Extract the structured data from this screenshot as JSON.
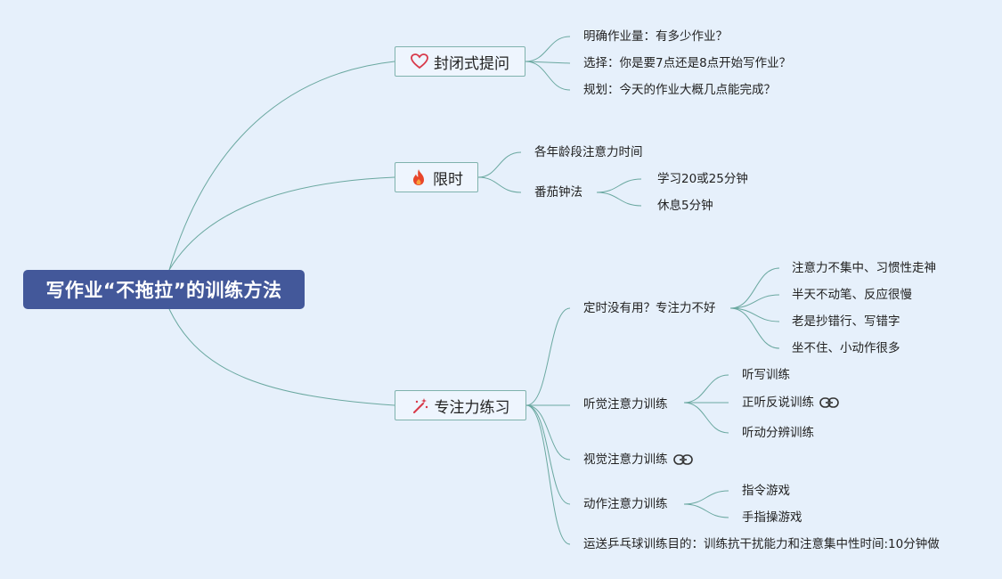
{
  "root": {
    "title": "写作业“不拖拉”的训练方法"
  },
  "colors": {
    "background": "#e6f0fb",
    "root_fill": "#43589a",
    "line": "#6aa8a0",
    "box_border": "#7fb2ad"
  },
  "branches": [
    {
      "label": "封闭式提问",
      "icon": "heart-outline-icon",
      "children": [
        {
          "label": "明确作业量：有多少作业？"
        },
        {
          "label": "选择：你是要7点还是8点开始写作业？"
        },
        {
          "label": "规划：今天的作业大概几点能完成？"
        }
      ]
    },
    {
      "label": "限时",
      "icon": "fire-icon",
      "children": [
        {
          "label": "各年龄段注意力时间"
        },
        {
          "label": "番茄钟法",
          "children": [
            {
              "label": "学习20或25分钟"
            },
            {
              "label": "休息5分钟"
            }
          ]
        }
      ]
    },
    {
      "label": "专注力练习",
      "icon": "magic-wand-icon",
      "children": [
        {
          "label": "定时没有用？专注力不好",
          "children": [
            {
              "label": "注意力不集中、习惯性走神"
            },
            {
              "label": "半天不动笔、反应很慢"
            },
            {
              "label": "老是抄错行、写错字"
            },
            {
              "label": "坐不住、小动作很多"
            }
          ]
        },
        {
          "label": "听觉注意力训练",
          "children": [
            {
              "label": "听写训练"
            },
            {
              "label": "正听反说训练",
              "icon": "link-icon"
            },
            {
              "label": "听动分辨训练"
            }
          ]
        },
        {
          "label": "视觉注意力训练",
          "icon": "link-icon"
        },
        {
          "label": "动作注意力训练",
          "children": [
            {
              "label": "指令游戏"
            },
            {
              "label": "手指操游戏"
            }
          ]
        },
        {
          "label": "运送乒乓球训练目的：训练抗干扰能力和注意集中性时间:10分钟做"
        }
      ]
    }
  ]
}
